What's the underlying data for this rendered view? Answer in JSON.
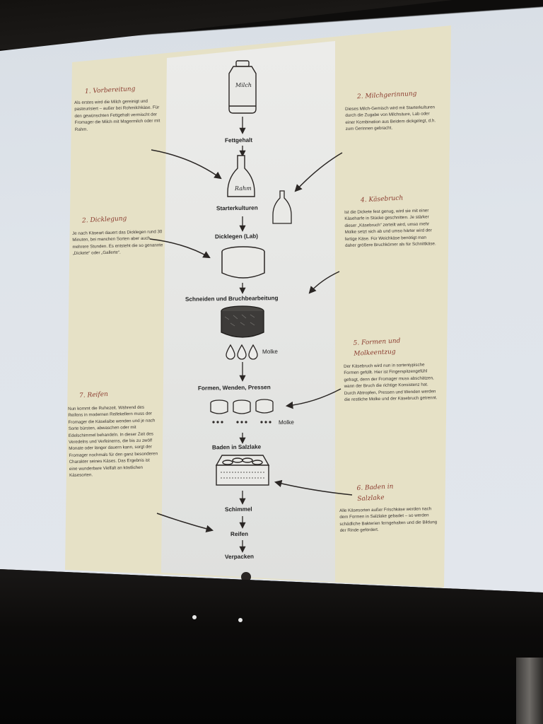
{
  "steps": {
    "s1": {
      "heading": "1. Vorbereitung",
      "body": "Als erstes wird die Milch gereinigt und pasteurisiert – außer bei Rohmilchkäse. Für den gewünschten Fettgehalt vermischt der Fromager die Milch mit Magermilch oder mit Rahm."
    },
    "s2": {
      "heading": "2. Dicklegung",
      "body": "Je nach Käseart dauert das Dicklegen rund 30 Minuten, bei manchen Sorten aber auch mehrere Stunden. Es entsteht die so genannte „Dickete“ oder „Gallerte“."
    },
    "s3": {
      "heading": "2. Milchgerinnung",
      "body": "Dieses Milch-Gemisch wird mit Starterkulturen durch die Zugabe von Milchsäure, Lab oder einer Kombination aus Beidem dickgelegt, d.h. zum Gerinnen gebracht."
    },
    "s4": {
      "heading": "4. Käsebruch",
      "body": "Ist die Dickete fest genug, wird sie mit einer Käseharfe in Stücke geschnitten. Je stärker dieser „Käsebruch“ zerteilt wird, umso mehr Molke setzt sich ab und umso härter wird der fertige Käse. Für Weichkäse benötigt man daher größere Bruchkörner als für Schnittkäse."
    },
    "s5": {
      "heading": "5. Formen und Molkeentzug",
      "body": "Der Käsebruch wird nun in sortentypische Formen gefüllt. Hier ist Fingerspitzengefühl gefragt, denn der Fromager muss abschätzen, wann der Bruch die richtige Konsistenz hat. Durch Abtropfen, Pressen und Wenden werden die restliche Molke und der Käsebruch getrennt."
    },
    "s6": {
      "heading": "6. Baden in Salzlake",
      "body": "Alle Käsesorten außer Frischkäse werden nach dem Formen in Salzlake gebadet – so werden schädliche Bakterien ferngehalten und die Bildung der Rinde gefördert."
    },
    "s7": {
      "heading": "7. Reifen",
      "body": "Nun kommt die Ruhezeit. Während des Reifens in modernen Reifekellern muss der Fromager die Käselaibe wenden und je nach Sorte bürsten, abwaschen oder mit Edelschimmel behandeln. In dieser Zeit des Veredelns und Verfeinerns, die bis zu zwölf Monate oder länger dauern kann, sorgt der Fromager nochmals für den ganz besonderen Charakter seines Käses. Das Ergebnis ist eine wunderbare Vielfalt an köstlichen Käsesorten."
    }
  },
  "flow": {
    "milk_label": "Milch",
    "rahm_label": "Rahm",
    "fettgehalt": "Fettgehalt",
    "starterkulturen": "Starterkulturen",
    "dicklegen": "Dicklegen (Lab)",
    "schneiden": "Schneiden und Bruchbearbeitung",
    "molke1": "Molke",
    "formen": "Formen, Wenden, Pressen",
    "molke2": "Molke",
    "baden": "Baden in Salzlake",
    "schimmel": "Schimmel",
    "reifen": "Reifen",
    "verpacken": "Verpacken"
  },
  "colors": {
    "poster_side": "#e6e1c6",
    "poster_center": "#e6e7e4",
    "heading_red": "#8a3b2e",
    "ink": "#2a2624"
  }
}
